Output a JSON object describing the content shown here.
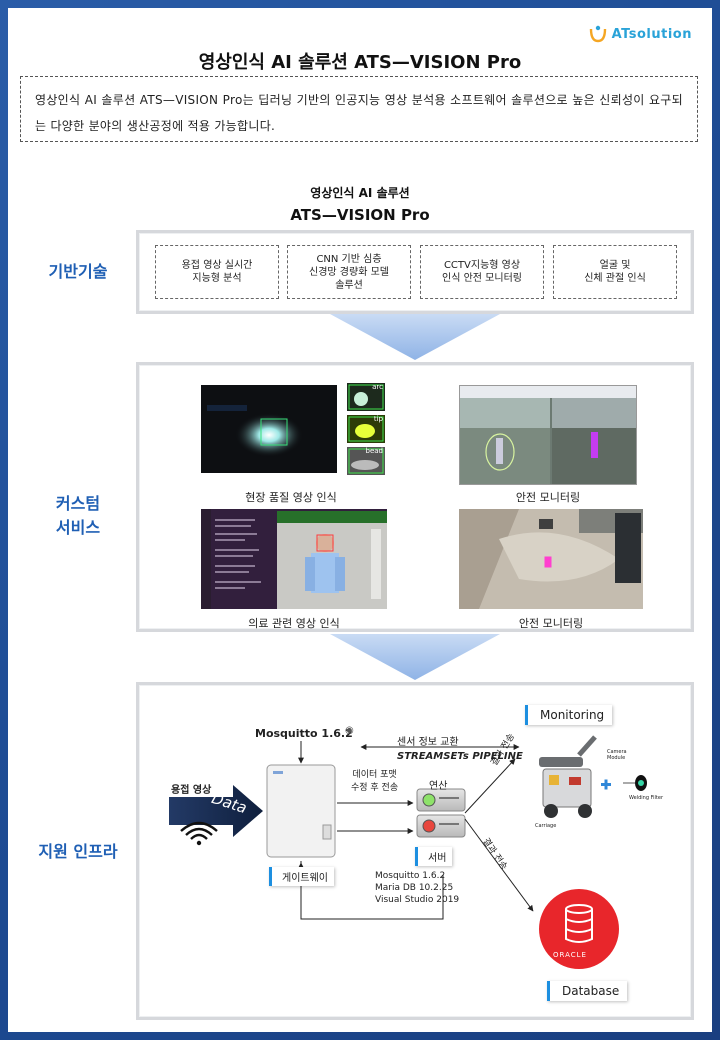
{
  "header": {
    "logo_text": "ATsolution",
    "title": "영상인식 AI 솔루션 ATS—VISION Pro"
  },
  "intro": {
    "text": "영상인식 AI 솔루션 ATS—VISION Pro는 딥러닝 기반의 인공지능 영상 분석용 소프트웨어 솔루션으로 높은 신뢰성이 요구되는 다양한 분야의 생산공정에 적용 가능합니다."
  },
  "solution": {
    "small_title": "영상인식 AI 솔루션",
    "big_title": "ATS—VISION Pro"
  },
  "sections": {
    "base_tech": "기반기술",
    "custom_service": "커스텀\n서비스",
    "infra": "지원 인프라"
  },
  "tech_items": [
    "용접 영상 실시간\n지능형 분석",
    "CNN 기반 심층\n신경망 경량화 모델\n솔루션",
    "CCTV지능형 영상\n인식 안전 모니터링",
    "얼굴 및\n신체 관절 인식"
  ],
  "services": [
    {
      "caption": "현장 품질 영상 인식",
      "tags": [
        "arc",
        "tip",
        "bead"
      ]
    },
    {
      "caption": "안전 모니터링"
    },
    {
      "caption": "의료 관련 영상 인식"
    },
    {
      "caption": "안전 모니터링"
    }
  ],
  "infra": {
    "mosquitto_top": "Mosquitto 1.6.2",
    "sensor_exchange": "센서 정보 교환",
    "pipeline": "STREAMSETs PIPELINE",
    "monitoring": "Monitoring",
    "welding_image": "용접 영상",
    "data_word": "Data",
    "data_format": "데이터 포맷\n수정 후 전송",
    "compute": "연산",
    "result_send_1": "결과 전송",
    "result_send_2": "결과 전송",
    "gateway": "게이트웨이",
    "server": "서버",
    "software": [
      "Mosquitto 1.6.2",
      "Maria DB 10.2.25",
      "Visual Studio 2019"
    ],
    "database": "Database",
    "oracle": "ORACLE",
    "camera_module": "Camera\nModule",
    "welding_filter": "Welding Filter",
    "carriage": "Carriage"
  },
  "colors": {
    "accent_blue": "#1f5fb4",
    "chevron": "#a9c6ee",
    "oracle_red": "#e8262b"
  }
}
